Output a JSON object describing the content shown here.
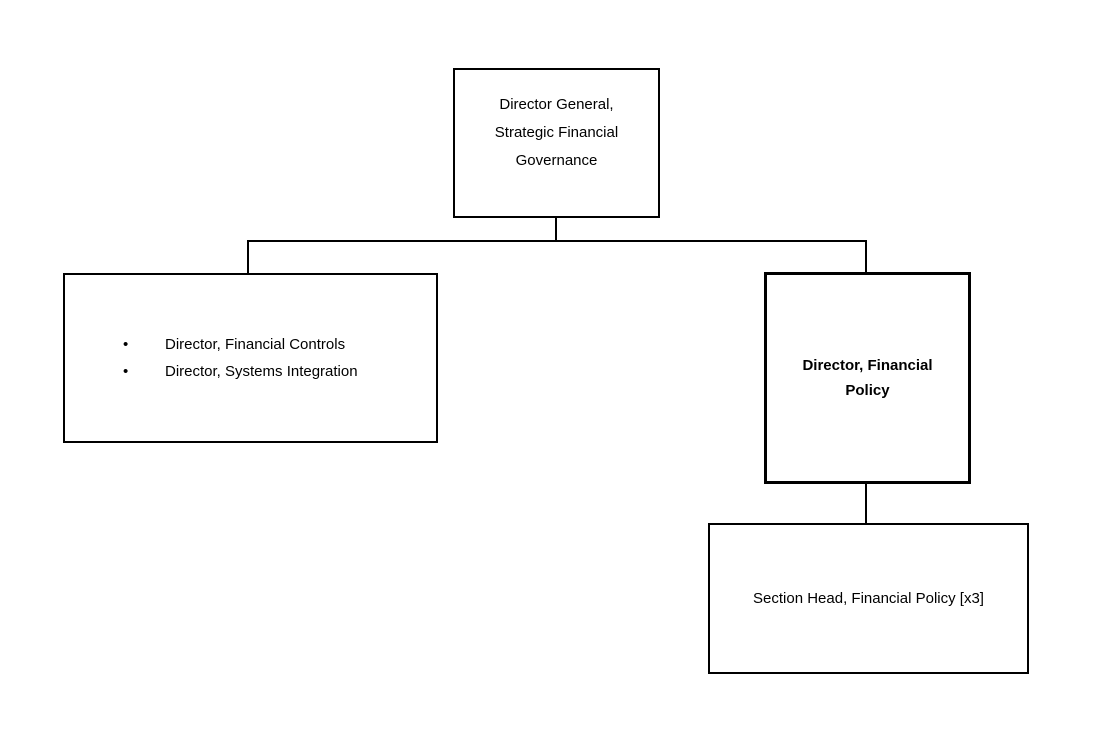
{
  "diagram": {
    "type": "org-chart",
    "colors": {
      "background": "#ffffff",
      "line": "#000000",
      "text": "#000000"
    },
    "nodes": {
      "director_general": {
        "label": "Director General,\nStrategic Financial\nGovernance",
        "style": "normal-border"
      },
      "directors_list": {
        "bullet_glyph": "•",
        "items": [
          "Director, Financial Controls",
          "Director, Systems Integration"
        ],
        "style": "normal-border"
      },
      "director_financial_policy": {
        "label": "Director, Financial\nPolicy",
        "style": "bold-border-bold-text"
      },
      "section_head": {
        "label": "Section Head, Financial Policy [x3]",
        "style": "normal-border"
      }
    },
    "edges": [
      {
        "from": "director_general",
        "to": "directors_list"
      },
      {
        "from": "director_general",
        "to": "director_financial_policy"
      },
      {
        "from": "director_financial_policy",
        "to": "section_head"
      }
    ]
  }
}
